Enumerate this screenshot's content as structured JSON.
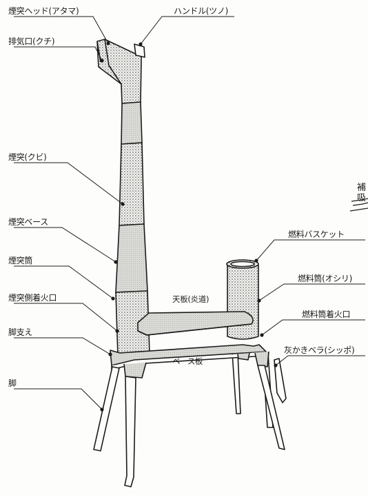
{
  "labels": {
    "chimney_head": "煙突ヘッド(アタマ)",
    "exhaust_port": "排気口(クチ)",
    "chimney_neck": "煙突(クビ)",
    "chimney_base": "煙突ベース",
    "chimney_tube": "煙突筒",
    "chimney_side_port": "煙突側着火口",
    "leg_brace": "脚支え",
    "leg": "脚",
    "handle": "ハンドル(ツノ)",
    "fuel_basket": "燃料バスケット",
    "fuel_tube": "燃料筒(オシリ)",
    "fuel_tube_port": "燃料筒着火口",
    "ash_scraper": "灰かきベラ(シッポ)",
    "top_plate": "天板(炎道)",
    "base_plate": "ベース板",
    "edge_fragment_1": "補",
    "edge_fragment_2": "吸"
  },
  "colors": {
    "ink": "#1a1a1a",
    "fill_shaded": "#d8d8d4",
    "fill_light": "#e9e9e6",
    "paper": "#fdfdfb"
  }
}
